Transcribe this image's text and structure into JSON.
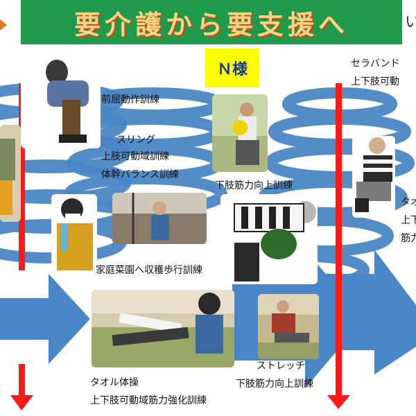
{
  "banner": {
    "title": "要介護から要支援へ"
  },
  "edge_glyph": "い",
  "tag": {
    "label": "Ｎ様"
  },
  "labels": {
    "l1": "前屈動作訓練",
    "l2": "スリング",
    "l3": "上肢可動域訓練",
    "l4": "体幹バランス訓練",
    "l5": "下肢筋力向上訓練",
    "l6": "家庭菜園へ収穫歩行訓練",
    "l7": "タオル体操",
    "l8": "上下肢可動域筋力強化訓練",
    "l9": "ストレッチ",
    "l10": "下肢筋力向上訓練",
    "l11": "セラバンド",
    "l12": "上下肢可動",
    "l13": "タオ",
    "l14": "上下",
    "l15": "筋力"
  },
  "colors": {
    "banner": "#1e9a4a",
    "title": "#f5d483",
    "tag": "#ffff00",
    "spiral": "#4a86c5",
    "red": "#ff1a1a"
  }
}
